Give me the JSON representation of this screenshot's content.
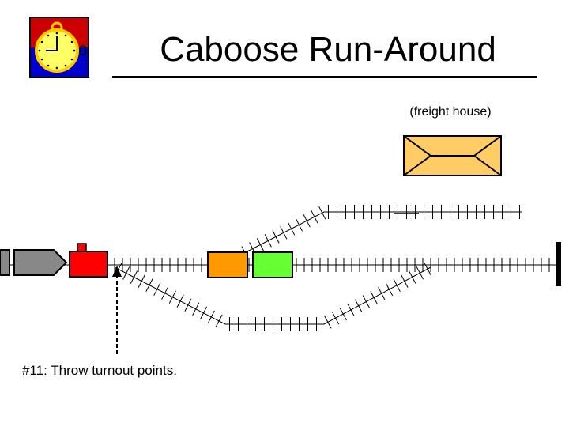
{
  "slide": {
    "title": "Caboose Run-Around",
    "building_label": "(freight house)",
    "step_note": "#11:  Throw turnout points.",
    "logo_icon": "stopwatch-icon"
  },
  "colors": {
    "locomotive": "#888888",
    "caboose": "#ff0000",
    "orange_car": "#ff9900",
    "green_car": "#66ff33",
    "freight_house": "#ffcc66",
    "logo_top": "#cc0000",
    "logo_bottom": "#0000cc",
    "watch_face": "#ffff66"
  }
}
